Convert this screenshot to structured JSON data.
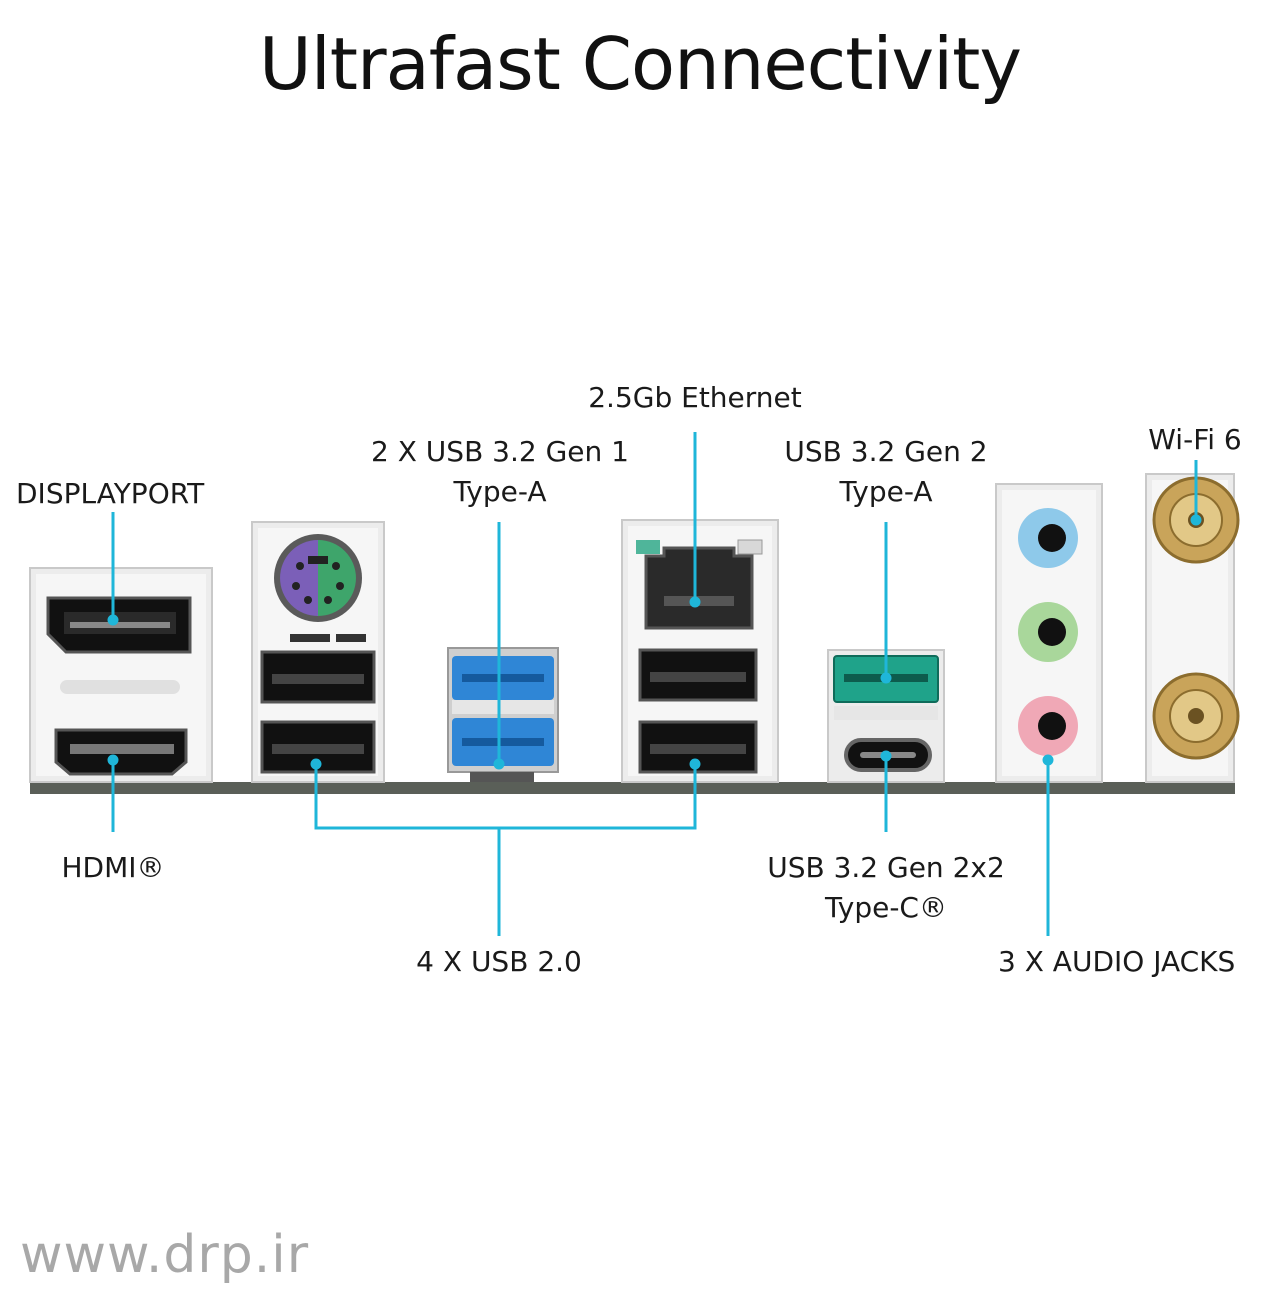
{
  "title": "Ultrafast Connectivity",
  "labels": {
    "displayport": "DISPLAYPORT",
    "usb32gen1_line1": "2 X USB 3.2 Gen 1",
    "usb32gen1_line2": "Type-A",
    "ethernet": "2.5Gb Ethernet",
    "usb32gen2_line1": "USB 3.2 Gen 2",
    "usb32gen2_line2": "Type-A",
    "wifi": "Wi-Fi 6",
    "hdmi": "HDMI®",
    "usb20": "4 X USB 2.0",
    "usb32gen2x2_line1": "USB 3.2 Gen 2x2",
    "usb32gen2x2_line2": "Type-C®",
    "audio": "3 X AUDIO JACKS"
  },
  "watermark": "www.drp.ir",
  "colors": {
    "callout": "#1fb6d9",
    "usb3_blue": "#2f86d6",
    "usb_gen2_teal": "#1fa38a",
    "ps2_purple": "#7b5fb8",
    "ps2_green": "#3ea56b",
    "audio_blue": "#8ec9ea",
    "audio_green": "#a9d79b",
    "audio_pink": "#f0a8b6",
    "gold": "#c9a45a"
  }
}
